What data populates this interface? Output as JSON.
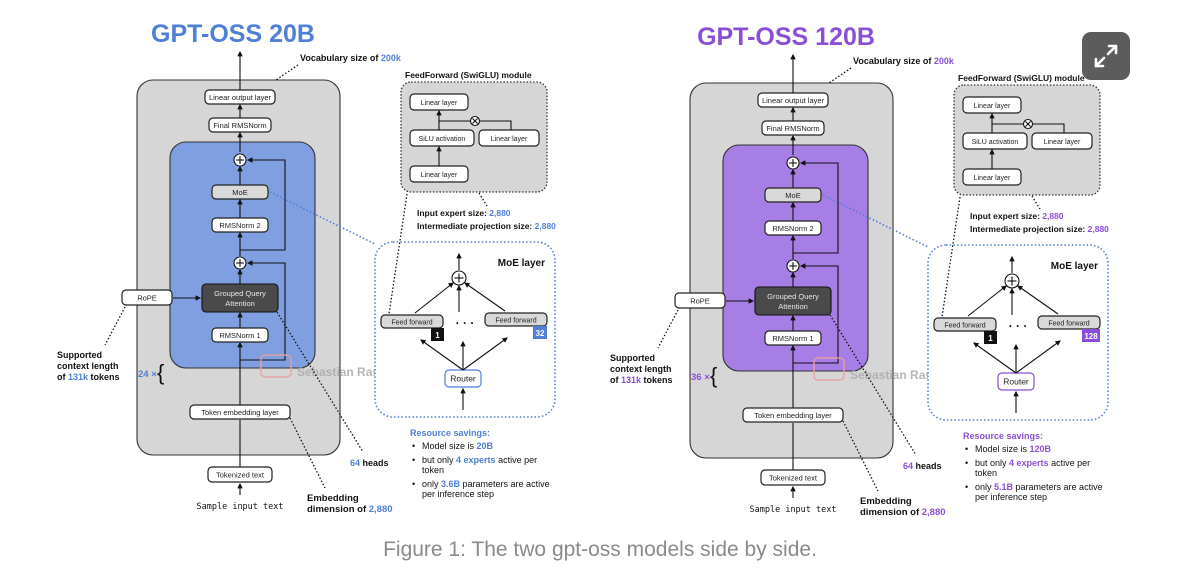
{
  "caption": "Figure 1: The two gpt-oss models side by side.",
  "watermark": "Sebastian Raschka",
  "expand_button": {
    "icon": "expand-arrows-icon"
  },
  "colors": {
    "blue_accent": "#4f7fd6",
    "blue_block": "#7f9fe0",
    "purple_accent": "#8a4fd6",
    "purple_block": "#a77de6",
    "outer_gray": "#d6d6d6",
    "dark_node": "#4a4a4a",
    "caption_gray": "#8a8a8a"
  },
  "models": [
    {
      "title": "GPT-OSS 20B",
      "vocab_prefix": "Vocabulary size of ",
      "vocab_value": "200k",
      "nodes": {
        "linear_output": "Linear output layer",
        "final_norm": "Final RMSNorm",
        "moe": "MoE",
        "rmsnorm2": "RMSNorm 2",
        "gqa_line1": "Grouped Query",
        "gqa_line2": "Attention",
        "rmsnorm1": "RMSNorm 1",
        "rope": "RoPE",
        "token_embedding": "Token embedding layer",
        "tokenized_text": "Tokenized text",
        "sample_input": "Sample input text"
      },
      "repeat_count": "24 ×",
      "context_line1": "Supported",
      "context_line2": "context length",
      "context_prefix": "of ",
      "context_value": "131k",
      "context_suffix": " tokens",
      "heads_value": "64",
      "heads_suffix": " heads",
      "embedding_line1": "Embedding",
      "embedding_prefix": "dimension of ",
      "embedding_value": "2,880",
      "ff_module": {
        "title": "FeedForward (SwiGLU) module",
        "linear_top": "Linear layer",
        "silu": "SiLU activation",
        "linear_right": "Linear layer",
        "linear_bottom": "Linear layer"
      },
      "input_expert_label": "Input expert size: ",
      "input_expert_value": "2,880",
      "intermediate_label": "Intermediate projection size: ",
      "intermediate_value": "2,880",
      "moe_layer": {
        "title": "MoE layer",
        "ff_left": "Feed forward",
        "ff_right": "Feed forward",
        "expert_first": "1",
        "expert_last": "32",
        "router": "Router"
      },
      "savings": {
        "title": "Resource savings:",
        "b1_prefix": "Model size is ",
        "b1_value": "20B",
        "b2_prefix": "but only ",
        "b2_value": "4 experts",
        "b2_suffix": " active per",
        "b2_line2": "token",
        "b3_prefix": "only ",
        "b3_value": "3.6B",
        "b3_suffix": " parameters are active",
        "b3_line2": "per inference step"
      }
    },
    {
      "title": "GPT-OSS 120B",
      "vocab_prefix": "Vocabulary size of ",
      "vocab_value": "200k",
      "nodes": {
        "linear_output": "Linear output layer",
        "final_norm": "Final RMSNorm",
        "moe": "MoE",
        "rmsnorm2": "RMSNorm 2",
        "gqa_line1": "Grouped Query",
        "gqa_line2": "Attention",
        "rmsnorm1": "RMSNorm 1",
        "rope": "RoPE",
        "token_embedding": "Token embedding layer",
        "tokenized_text": "Tokenized text",
        "sample_input": "Sample input text"
      },
      "repeat_count": "36 ×",
      "context_line1": "Supported",
      "context_line2": "context length",
      "context_prefix": "of ",
      "context_value": "131k",
      "context_suffix": " tokens",
      "heads_value": "64",
      "heads_suffix": " heads",
      "embedding_line1": "Embedding",
      "embedding_prefix": "dimension of ",
      "embedding_value": "2,880",
      "ff_module": {
        "title": "FeedForward (SwiGLU) module",
        "linear_top": "Linear layer",
        "silu": "SiLU activation",
        "linear_right": "Linear layer",
        "linear_bottom": "Linear layer"
      },
      "input_expert_label": "Input expert size: ",
      "input_expert_value": "2,880",
      "intermediate_label": "Intermediate projection size: ",
      "intermediate_value": "2,880",
      "moe_layer": {
        "title": "MoE layer",
        "ff_left": "Feed forward",
        "ff_right": "Feed forward",
        "expert_first": "1",
        "expert_last": "128",
        "router": "Router"
      },
      "savings": {
        "title": "Resource savings:",
        "b1_prefix": "Model size is ",
        "b1_value": "120B",
        "b2_prefix": "but only ",
        "b2_value": "4 experts",
        "b2_suffix": " active per",
        "b2_line2": "token",
        "b3_prefix": "only ",
        "b3_value": "5.1B",
        "b3_suffix": " parameters are active",
        "b3_line2": "per inference step"
      }
    }
  ]
}
